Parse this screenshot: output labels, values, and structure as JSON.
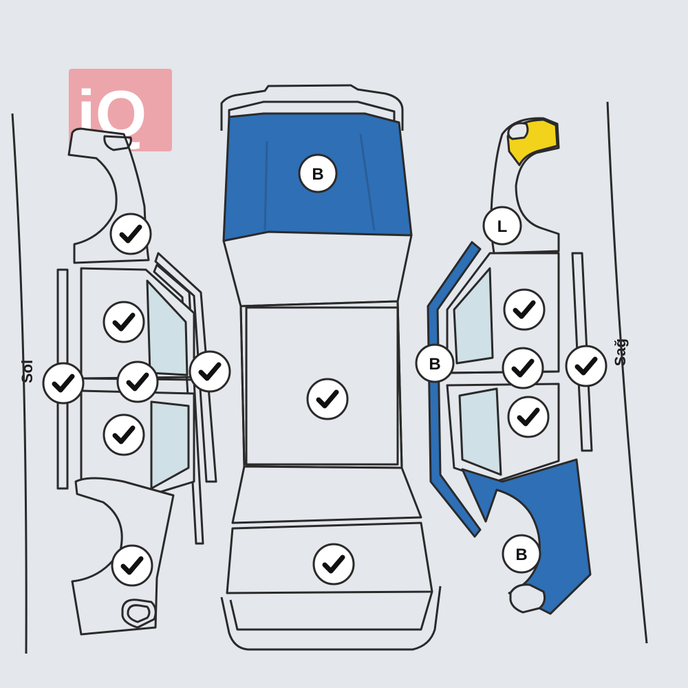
{
  "watermark": {
    "text": "iQ"
  },
  "labels": {
    "left": "Sol",
    "right": "Sağ"
  },
  "legend_codes": {
    "check": "ok",
    "B": "B",
    "L": "L"
  },
  "colors": {
    "background": "#e4e7ec",
    "outline": "#2a2a2a",
    "blue_paint": "#2e6fb6",
    "yellow_paint": "#f2d21b",
    "glass": "#cfe0e6",
    "logo": "#ef8f95"
  },
  "parts": [
    {
      "id": "hood",
      "status": "B",
      "color": "blue"
    },
    {
      "id": "roof",
      "status": "ok"
    },
    {
      "id": "trunk",
      "status": "ok"
    },
    {
      "id": "left-front-fender",
      "status": "ok"
    },
    {
      "id": "left-front-door",
      "status": "ok"
    },
    {
      "id": "left-rear-door",
      "status": "ok"
    },
    {
      "id": "left-rear-fender",
      "status": "ok"
    },
    {
      "id": "left-sill",
      "status": "ok"
    },
    {
      "id": "left-a-pillar",
      "status": "ok"
    },
    {
      "id": "left-b-pillar",
      "status": "ok"
    },
    {
      "id": "right-front-fender",
      "status": "L",
      "color": "yellow"
    },
    {
      "id": "right-front-door",
      "status": "ok"
    },
    {
      "id": "right-rear-door",
      "status": "ok"
    },
    {
      "id": "right-sill",
      "status": "ok"
    },
    {
      "id": "right-b-pillar",
      "status": "ok"
    },
    {
      "id": "right-a-pillar",
      "status": "B",
      "color": "blue"
    },
    {
      "id": "right-rear-fender",
      "status": "B",
      "color": "blue"
    }
  ]
}
